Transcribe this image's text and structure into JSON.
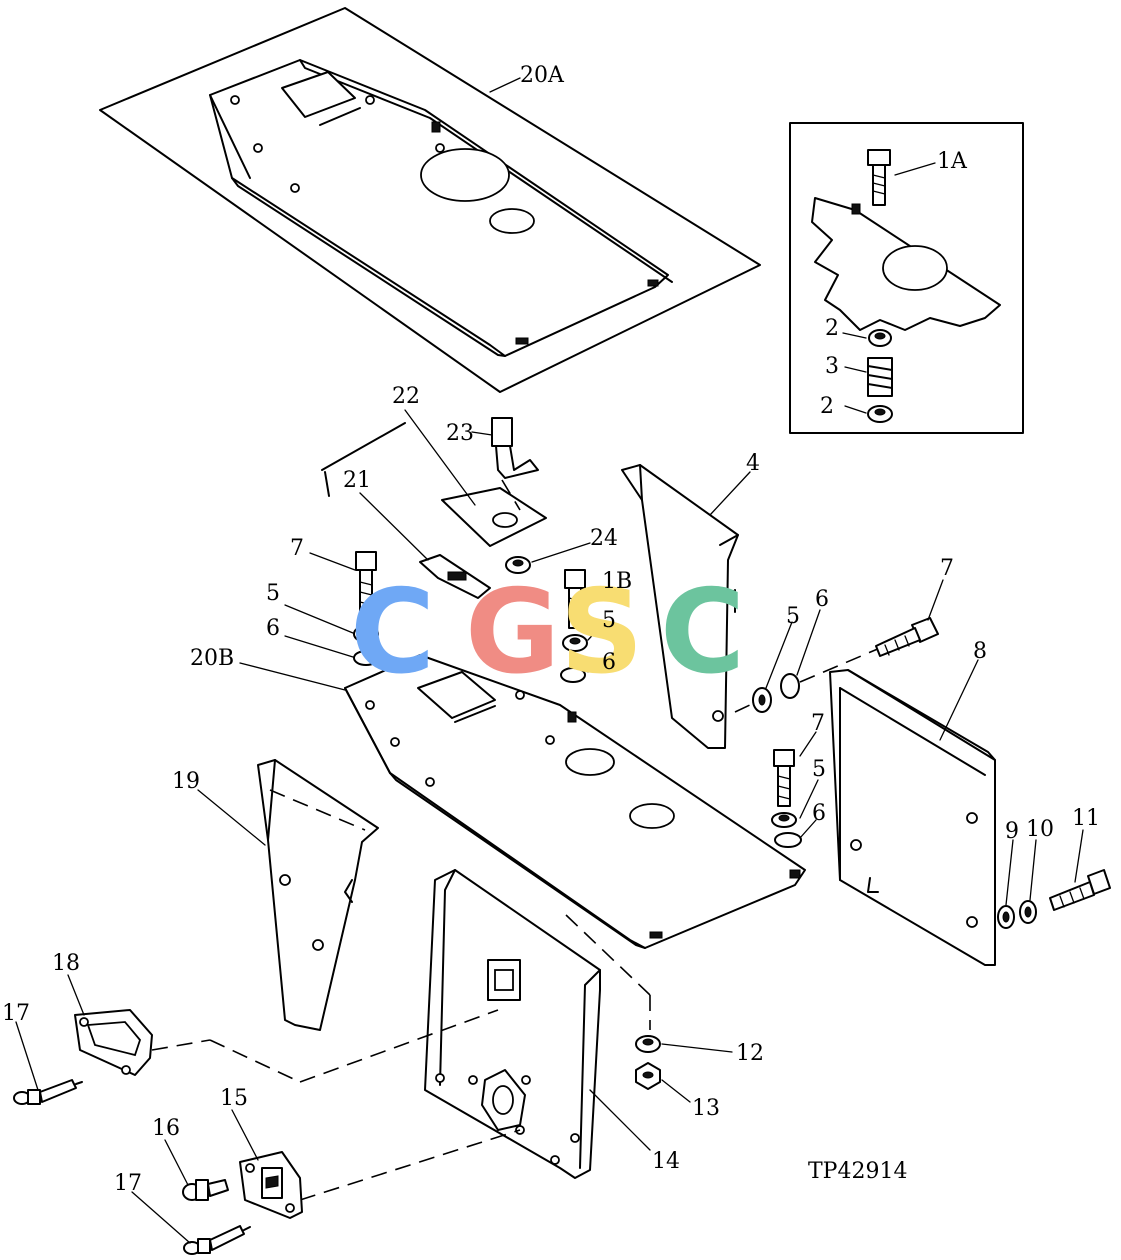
{
  "figure_code": "TP42914",
  "watermark": {
    "letters": [
      {
        "char": "C",
        "color": "#6FA8F5"
      },
      {
        "char": "G",
        "color": "#F08C84"
      },
      {
        "char": "S",
        "color": "#F8DD72"
      },
      {
        "char": "C",
        "color": "#6CC49E"
      }
    ]
  },
  "callouts": {
    "c20a": "20A",
    "c1a": "1A",
    "c2top": "2",
    "c3": "3",
    "c2bot": "2",
    "c22": "22",
    "c23": "23",
    "c21": "21",
    "c24": "24",
    "c4": "4",
    "c7a": "7",
    "c5a": "5",
    "c6a": "6",
    "c20b": "20B",
    "c1b": "1B",
    "c5b": "5",
    "c6b": "6",
    "c5c": "5",
    "c6c": "6",
    "c7b": "7",
    "c8": "8",
    "c7c": "7",
    "c5d": "5",
    "c6d": "6",
    "c9": "9",
    "c10": "10",
    "c11": "11",
    "c19": "19",
    "c18": "18",
    "c17a": "17",
    "c12": "12",
    "c13": "13",
    "c14": "14",
    "c15": "15",
    "c16": "16",
    "c17b": "17"
  }
}
